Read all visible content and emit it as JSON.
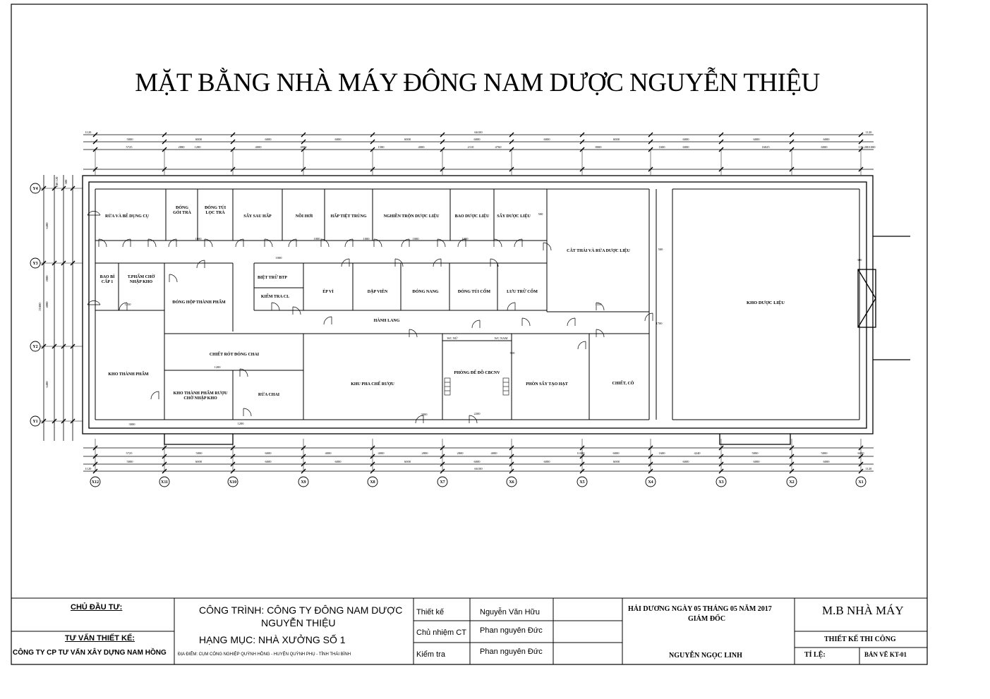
{
  "title": "MẶT BẰNG NHÀ MÁY ĐÔNG NAM DƯỢC NGUYỄN THIỆU",
  "rooms": [
    "RỬA VÀ BỂ DỤNG CỤ",
    "ĐÓNG GÓI TRÀ",
    "ĐÓNG TÚI LỌC TRÀ",
    "SẤY SAU HẤP",
    "NỒI HƠI",
    "HẤP TIỆT TRÙNG",
    "NGHIỀN TRỘN DƯỢC LIỆU",
    "BAO DƯỢC LIỆU",
    "SẤY DƯỢC LIỆU",
    "CẮT THÁI VÀ RỬA DƯỢC LIỆU",
    "KHO DƯỢC LIỆU",
    "BAO BÌ CẤP 1",
    "T.PHẨM CHỜ NHẬP KHO",
    "ĐÓNG HỘP THÀNH PHẨM",
    "BIỆT TRỮ BTP",
    "KIỂM TRA CL",
    "ÉP VỈ",
    "DẬP VIÊN",
    "ĐÓNG NANG",
    "ĐÓNG TÚI CỐM",
    "LƯU TRỮ CỐM",
    "HÀNH LANG",
    "KHO THÀNH PHẨM",
    "CHIẾT RÓT ĐÓNG CHAI",
    "KHO THÀNH PHẨM RƯỢU CHỜ NHẬP KHO",
    "RỬA CHAI",
    "KHU PHA CHẾ RƯỢU",
    "PHÒNG ĐỂ ĐỒ CBCNV",
    "PHÒN SẤY TẠO HẠT",
    "CHIẾT, CÔ"
  ],
  "dimensions": {
    "overall": "66100",
    "end_span": "1120",
    "bays": [
      "5000",
      "6000",
      "6000",
      "6000",
      "6000",
      "6000",
      "6000",
      "6000",
      "6000",
      "6000",
      "6000",
      "6000"
    ],
    "top_details": [
      "5725",
      "2880",
      "1280",
      "4000",
      "4000",
      "1580",
      "4000",
      "2110",
      "4760",
      "8000",
      "1600",
      "6000",
      "16025",
      "6000",
      "130",
      "200",
      "1000"
    ],
    "bottom_details": [
      "5725",
      "5000",
      "6000",
      "4000",
      "4000",
      "2800",
      "2800",
      "4000",
      "11000",
      "6000",
      "1600",
      "4240",
      "5000",
      "5000",
      "6000"
    ],
    "vertical": [
      "6400",
      "2000",
      "4000",
      "6400",
      "21800",
      "120",
      "180",
      "500"
    ],
    "doors": [
      "1250",
      "1000",
      "1000",
      "1000",
      "1000",
      "1000",
      "1000",
      "1200",
      "1200",
      "2200",
      "900",
      "500",
      "3000",
      "3000",
      "300",
      "1700",
      "1350",
      "500"
    ],
    "small_labels": [
      "WC NỮ",
      "WC NAM"
    ]
  },
  "axes": {
    "rows": [
      "Y4",
      "Y3",
      "Y2",
      "Y1"
    ],
    "cols": [
      "X12",
      "X11",
      "X10",
      "X9",
      "X8",
      "X7",
      "X6",
      "X5",
      "X4",
      "X3",
      "X2",
      "X1"
    ]
  },
  "titleblock": {
    "owner_label": "CHỦ ĐẦU TƯ:",
    "consultant_label": "TƯ VẤN THIẾT KẾ:",
    "consultant_name": "CÔNG TY CP TƯ VẤN XÂY DỰNG NAM HỒNG",
    "project_line1": "CÔNG TRÌNH: CÔNG TY ĐÔNG NAM DƯỢC",
    "project_line2": "NGUYỄN THIỆU",
    "item": "HẠNG MỤC: NHÀ XƯỞNG SỐ 1",
    "location": "ĐỊA ĐIỂM: CỤM CÔNG NGHIỆP QUỲNH HỒNG - HUYỆN QUỲNH PHỤ - TỈNH THÁI BÌNH",
    "design_label": "Thiết kế",
    "design_name": "Nguyễn Văn Hữu",
    "chief_label": "Chủ nhiệm CT",
    "chief_name": "Phan nguyên Đức",
    "check_label": "Kiểm tra",
    "check_name": "Phan nguyên Đức",
    "date": "HẢI DƯƠNG NGÀY 05 THÁNG 05  NĂM 2017",
    "director_label": "GIÁM ĐỐC",
    "director_name": "NGUYỄN NGỌC LINH",
    "drawing_name": "M.B NHÀ MÁY",
    "stage": "THIẾT KẾ THI CÔNG",
    "scale_label": "TỈ LỆ:",
    "sheet_no": "BẢN VẼ  KT-01"
  }
}
